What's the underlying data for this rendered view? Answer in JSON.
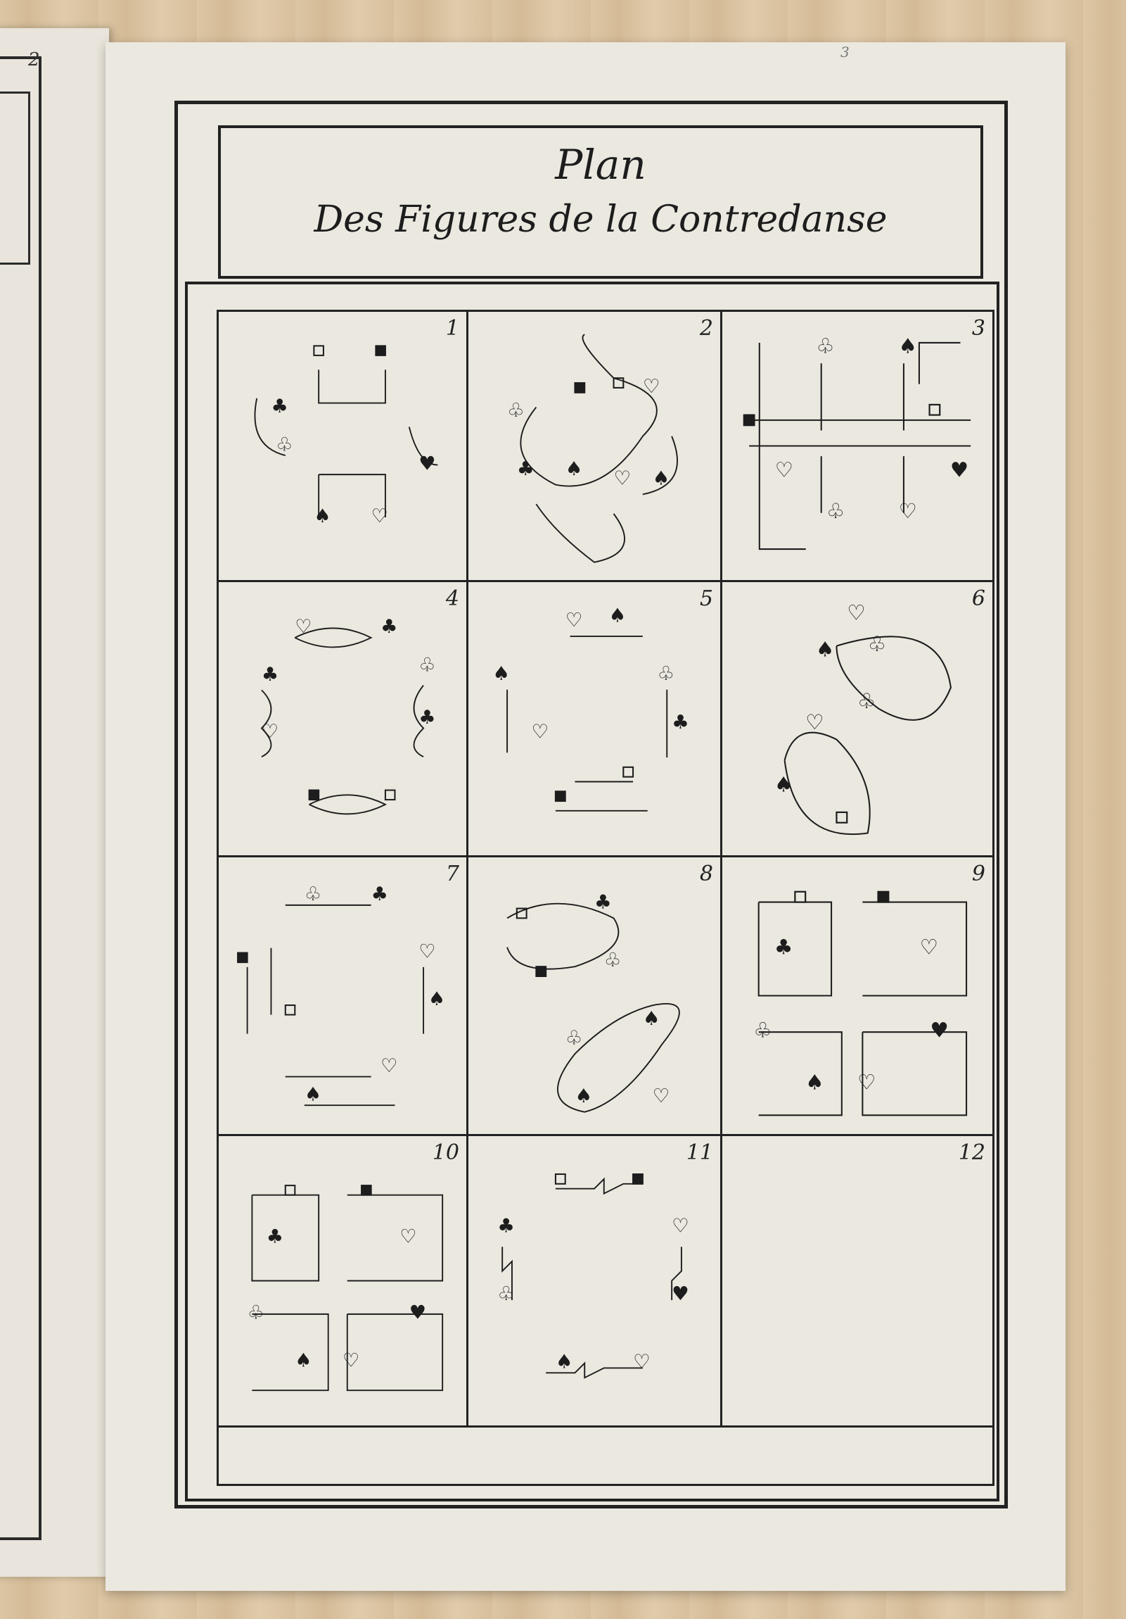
{
  "left_page": {
    "page_number": "2"
  },
  "page": {
    "page_number": "3"
  },
  "title": {
    "line1": "Plan",
    "line2": "Des Figures de la Contredanse"
  },
  "figures": [
    {
      "number": "1"
    },
    {
      "number": "2"
    },
    {
      "number": "3"
    },
    {
      "number": "4"
    },
    {
      "number": "5"
    },
    {
      "number": "6"
    },
    {
      "number": "7"
    },
    {
      "number": "8"
    },
    {
      "number": "9"
    },
    {
      "number": "10"
    },
    {
      "number": "11"
    },
    {
      "number": "12"
    }
  ]
}
